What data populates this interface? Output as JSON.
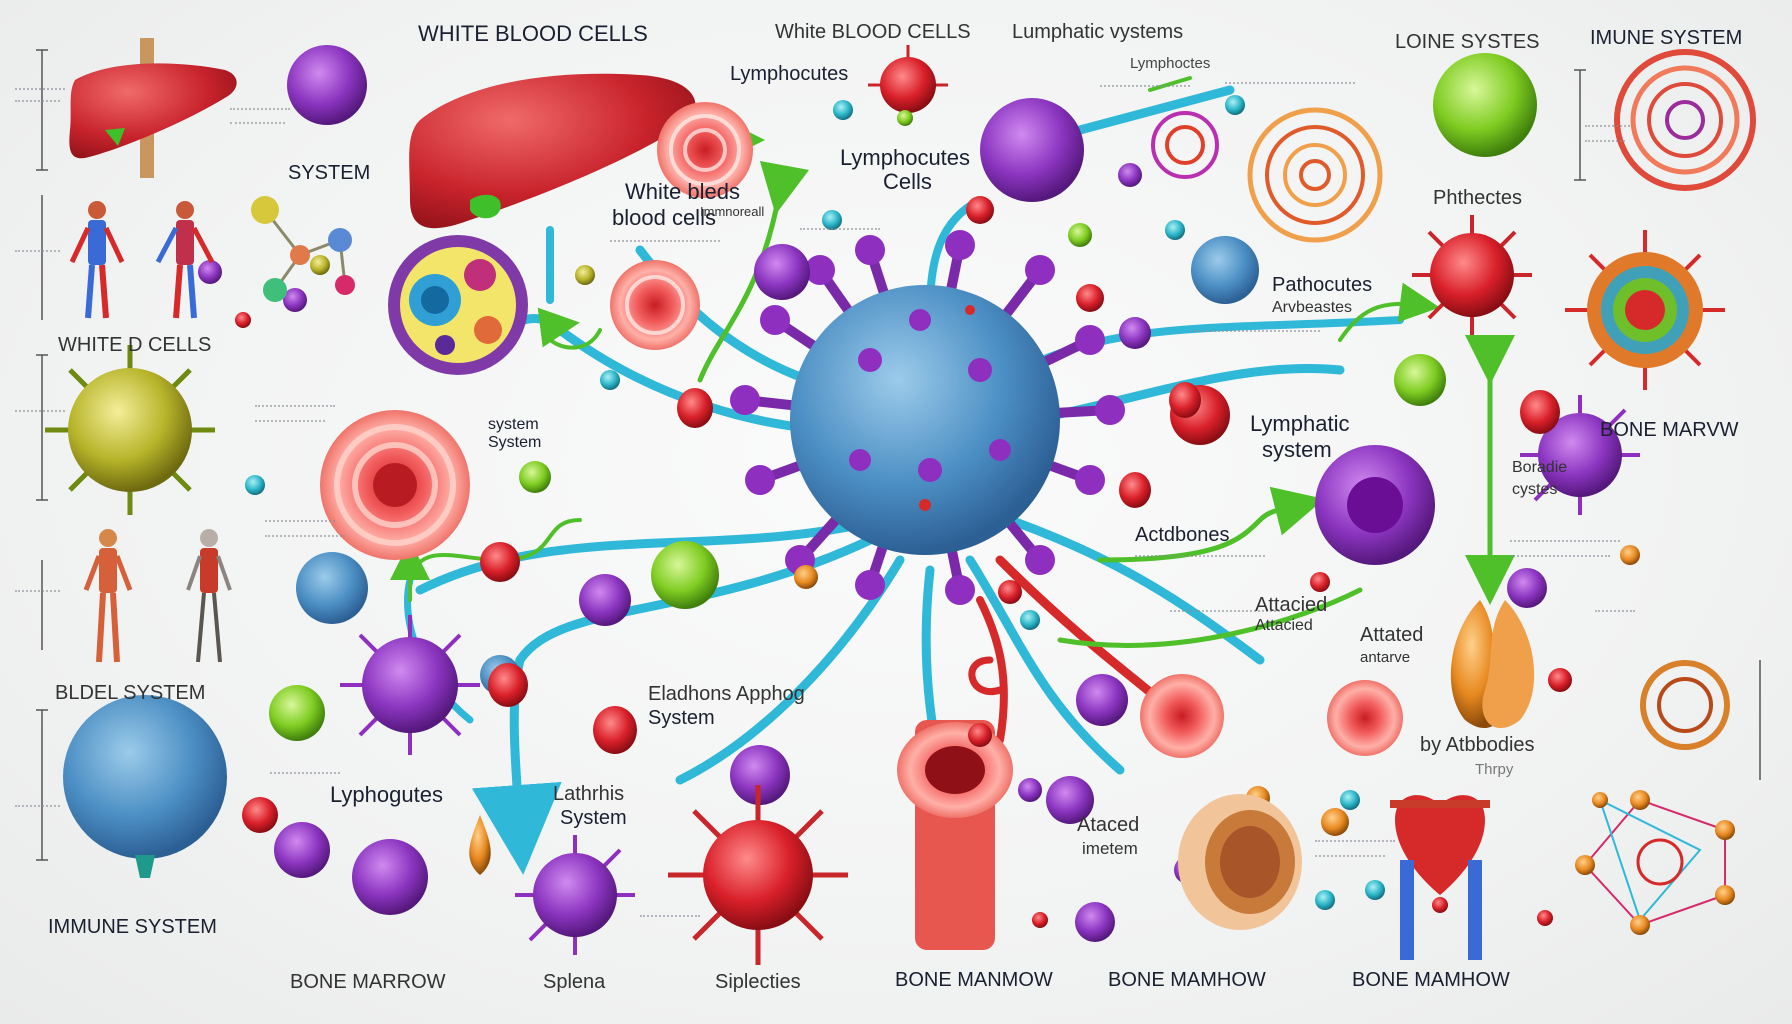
{
  "labels": {
    "white_blood_cells_top": "WHITE BLOOD CELLS",
    "white_blood_cells_2": "White BLOOD CELLS",
    "lumphatic_vystems": "Lumphatic vystems",
    "loine_systes": "LOINE SYSTES",
    "imune_system": "IMUNE SYSTEM",
    "lymphocutes_top": "Lymphocutes",
    "system_left": "SYSTEM",
    "white_bleds": "White bleds",
    "blood_cells": "blood cells",
    "lymphocutes_cells_1": "Lymphocutes",
    "lymphocutes_cells_2": "Cells",
    "phthectes": "Phthectes",
    "white_d_cells": "WHITE   D CELLS",
    "pathocutes": "Pathocutes",
    "pathocutes_sub": "Arvbeastes",
    "system_system_1": "system",
    "system_system_2": "System",
    "lymphatic_system_1": "Lymphatic",
    "lymphatic_system_2": "system",
    "bone_marvw": "BONE MARVW",
    "boradie_1": "Boradie",
    "boradie_2": "cystes",
    "actdbones": "Actdbones",
    "attacied_1": "Attacied",
    "attacied_2": "Attacied",
    "attated": "Attated",
    "attated_sub": "antarve",
    "bldel_system": "BLDEL SYSTEM",
    "eladhons_1": "Eladhons Apphog",
    "eladhons_2": "System",
    "by_atbbodies": "by Atbbodies",
    "thrpy": "Thrpy",
    "lyphogutes": "Lyphogutes",
    "lathrhis_1": "Lathrhis",
    "lathrhis_2": "System",
    "ataced_1": "Ataced",
    "ataced_2": "imetem",
    "immune_system": "IMMUNE SYSTEM",
    "bone_marrow_1": "BONE MARROW",
    "splena": "Splena",
    "siplecties": "Siplecties",
    "bone_marrow_2": "BONE MANMOW",
    "bone_marrow_3": "BONE MAMHOW",
    "bone_marrow_4": "BONE MAMHOW",
    "lymphocutes_small": "Lymphoctes",
    "immnoreall": "Immnoreall"
  },
  "colors": {
    "background": "#f2f3f3",
    "liver": "#c7262f",
    "virus_blue": "#4f8fc4",
    "spike_purple": "#8a2fb3",
    "vessel_cyan": "#2fb8d8",
    "vessel_red": "#d62a2a",
    "arrow_green": "#4fbf2a",
    "text_dark": "#1a2030"
  },
  "icons": [
    "liver-icon",
    "central-virus-icon",
    "body-figure-icon",
    "red-blood-cell-icon",
    "lymphocyte-icon",
    "pathogen-icon",
    "bone-marrow-icon",
    "heart-icon",
    "kidney-icon"
  ]
}
